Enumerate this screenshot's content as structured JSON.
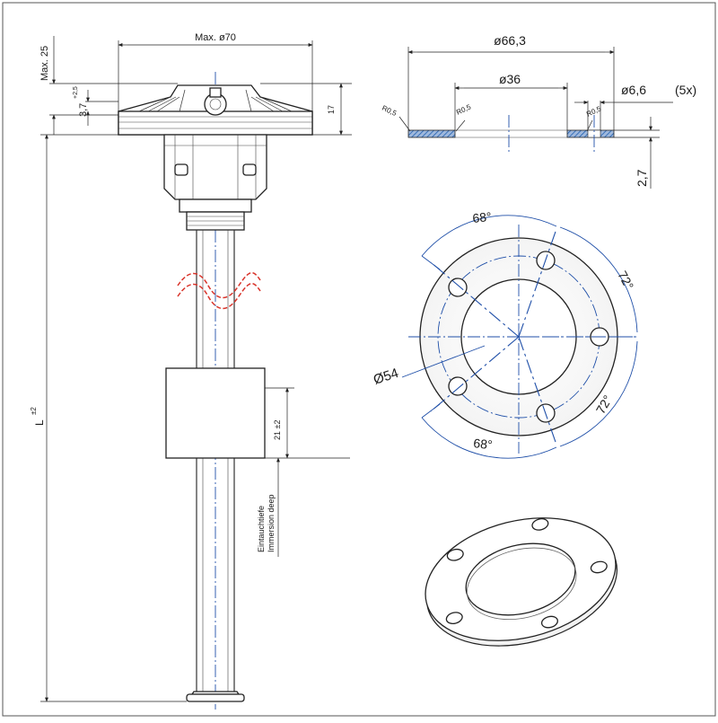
{
  "sensor": {
    "max_height_label": "Max. 25",
    "top_diameter_label": "Max. ø70",
    "flange_offset_label": "3,7",
    "flange_offset_tol": "+2,5",
    "head_height_label": "17",
    "length_label": "L",
    "length_tol": "±2",
    "float_label": "21 ±2",
    "immersion_de": "Eintauchtiefe",
    "immersion_en": "Immersion deep"
  },
  "gasket_section": {
    "outer_diameter": "ø66,3",
    "inner_diameter": "ø36",
    "hole_diameter": "ø6,6",
    "hole_count": "(5x)",
    "radius_1": "R0,5",
    "radius_2": "R0,5",
    "radius_3": "R0,5",
    "thickness": "2,7"
  },
  "gasket_top": {
    "angle_top": "68°",
    "angle_right_upper": "72°",
    "angle_right_lower": "72°",
    "angle_bottom": "68°",
    "bolt_circle": "Ø54"
  },
  "colors": {
    "centerline": "#1f4fa8",
    "break_mark": "#d9342b",
    "section_hatch": "#1f5fb0",
    "outline": "#222222"
  }
}
